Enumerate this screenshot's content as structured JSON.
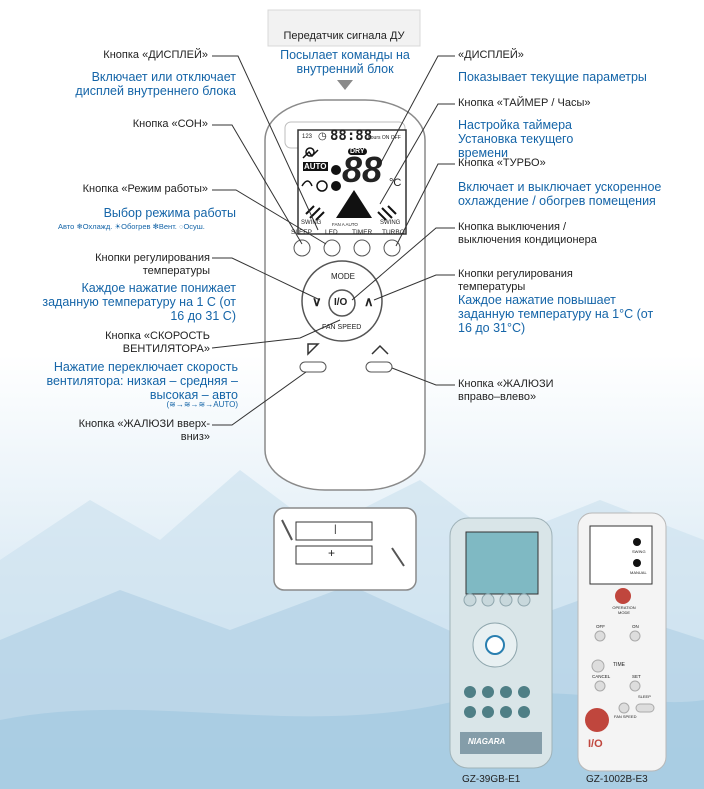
{
  "top_tab": {
    "title": "Передатчик сигнала ДУ",
    "desc": "Посылает команды на внутренний блок"
  },
  "left_callouts": [
    {
      "label": "Кнопка «ДИСПЛЕЙ»",
      "desc": "Включает или отключает дисплей внутреннего блока"
    },
    {
      "label": "Кнопка «СОН»",
      "desc": ""
    },
    {
      "label": "Кнопка «Режим работы»",
      "desc": "Выбор режима работы"
    },
    {
      "label": "Кнопки регулирования температуры",
      "desc": "Каждое нажатие понижает заданную температуру на 1 С (от 16 до 31 С)"
    },
    {
      "label": "Кнопка «СКОРОСТЬ ВЕНТИЛЯТОРА»",
      "desc": "Нажатие переключает скорость вентилятора: низкая – средняя – высокая – авто"
    },
    {
      "label": "Кнопка «ЖАЛЮЗИ вверх-вниз»",
      "desc": ""
    }
  ],
  "modes": [
    "Авто",
    "Охлажд.",
    "Обогрев",
    "Вент.",
    "Осуш."
  ],
  "fan_sequence_end": "AUTO",
  "right_callouts": [
    {
      "label": "«ДИСПЛЕЙ»",
      "desc": "Показывает текущие параметры"
    },
    {
      "label": "Кнопка «ТАЙМЕР / Часы»",
      "desc": "Настройка таймера Установка текущего времени"
    },
    {
      "label": "Кнопка «ТУРБО»",
      "desc": "Включает и выключает ускоренное охлаждение / обогрев помещения"
    },
    {
      "label": "Кнопка выключения / выключения кондиционера",
      "desc": ""
    },
    {
      "label": "Кнопки регулирования температуры",
      "desc": "Каждое нажатие повышает заданную температуру на 1°С (от 16 до 31°С)"
    },
    {
      "label": "Кнопка «ЖАЛЮЗИ вправо–влево»",
      "desc": ""
    }
  ],
  "remote": {
    "lcd_top": "123",
    "lcd_time": "88:88",
    "lcd_hours": "hours ON OFF",
    "lcd_temp": "88",
    "lcd_unit": "°C",
    "lcd_auto": "AUTO",
    "lcd_dry": "DRY",
    "swing_left": "SWING",
    "swing_right": "SWING",
    "fan_auto": "FAN A AUTO",
    "buttons": [
      "SLEEP",
      "LED",
      "TIMER",
      "TURBO"
    ],
    "mode": "MODE",
    "power": "I/O",
    "minus": "∨",
    "plus": "∧",
    "fan_speed": "FAN SPEED"
  },
  "models": [
    {
      "name": "GZ-39GB-E1",
      "brand": "NIAGARA"
    },
    {
      "name": "GZ-1002B-E3",
      "labels": [
        "SWING",
        "MANUAL",
        "OPERATION MODE",
        "OFF",
        "ON",
        "TIME",
        "CANCEL",
        "SET",
        "FAN SPEED",
        "SLEEP",
        "I/O"
      ]
    }
  ],
  "colors": {
    "accent": "#1565a8",
    "text": "#222222",
    "line": "#333333"
  }
}
